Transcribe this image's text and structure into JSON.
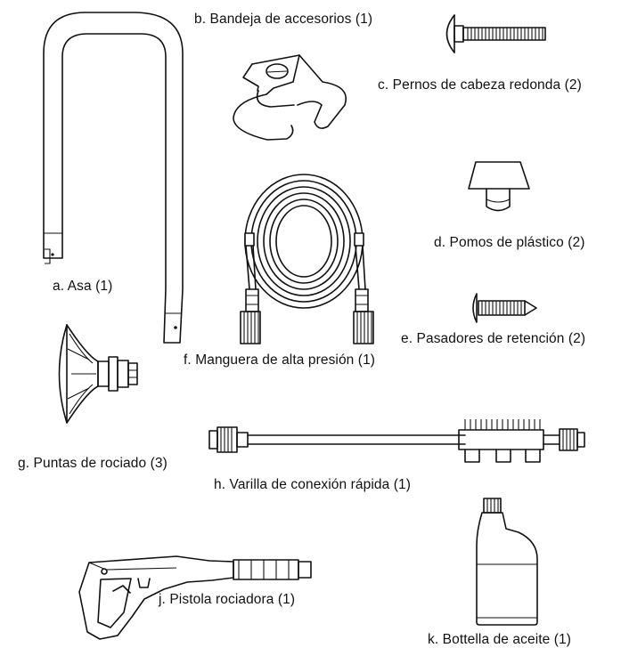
{
  "parts": [
    {
      "id": "a",
      "label": "a. Asa (1)"
    },
    {
      "id": "b",
      "label": "b. Bandeja de accesorios (1)"
    },
    {
      "id": "c",
      "label": "c.  Pernos de cabeza redonda (2)"
    },
    {
      "id": "d",
      "label": "d. Pomos de plástico (2)"
    },
    {
      "id": "e",
      "label": "e.  Pasadores de retención  (2)"
    },
    {
      "id": "f",
      "label": "f. Manguera de alta presión  (1)"
    },
    {
      "id": "g",
      "label": "g. Puntas de rociado (3)"
    },
    {
      "id": "h",
      "label": "h.  Varilla de conexión rápida  (1)"
    },
    {
      "id": "j",
      "label": "j.  Pistola rociadora (1)"
    },
    {
      "id": "k",
      "label": "k.  Bottella de aceite (1)"
    }
  ],
  "icons": {
    "a": "handle-icon",
    "b": "accessory-tray-icon",
    "c": "carriage-bolt-icon",
    "d": "plastic-knob-icon",
    "e": "retaining-pin-icon",
    "f": "high-pressure-hose-icon",
    "g": "spray-tip-icon",
    "h": "quick-connect-wand-icon",
    "j": "spray-gun-icon",
    "k": "oil-bottle-icon"
  }
}
